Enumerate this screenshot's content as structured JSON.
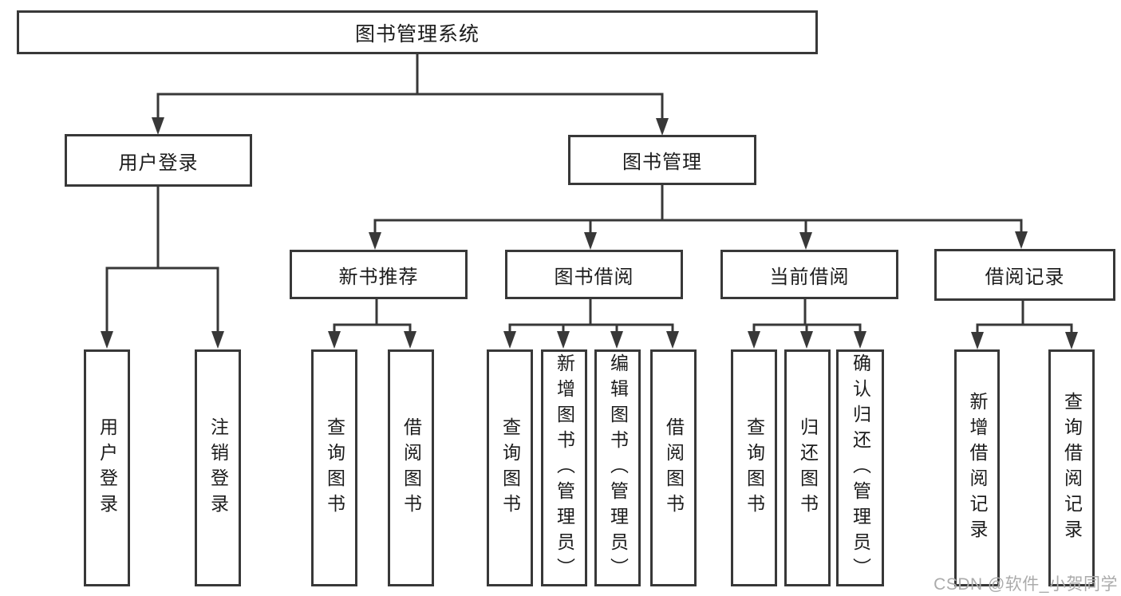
{
  "colors": {
    "line": "#383838",
    "text": "#1c1c1c",
    "box_fill": "#ffffff",
    "background": "#ffffff",
    "watermark": "#ababab"
  },
  "tree": {
    "label": "图书管理系统",
    "children": [
      {
        "label": "用户登录",
        "children": [
          {
            "label": "用户登录"
          },
          {
            "label": "注销登录"
          }
        ]
      },
      {
        "label": "图书管理",
        "children": [
          {
            "label": "新书推荐",
            "children": [
              {
                "label": "查询图书"
              },
              {
                "label": "借阅图书"
              }
            ]
          },
          {
            "label": "图书借阅",
            "children": [
              {
                "label": "查询图书"
              },
              {
                "label": "新增图书（管理员）"
              },
              {
                "label": "编辑图书（管理员）"
              },
              {
                "label": "借阅图书"
              }
            ]
          },
          {
            "label": "当前借阅",
            "children": [
              {
                "label": "查询图书"
              },
              {
                "label": "归还图书"
              },
              {
                "label": "确认归还（管理员）"
              }
            ]
          },
          {
            "label": "借阅记录",
            "children": [
              {
                "label": "新增借阅记录"
              },
              {
                "label": "查询借阅记录"
              }
            ]
          }
        ]
      }
    ]
  },
  "watermark": "CSDN @软件_小贺同学"
}
